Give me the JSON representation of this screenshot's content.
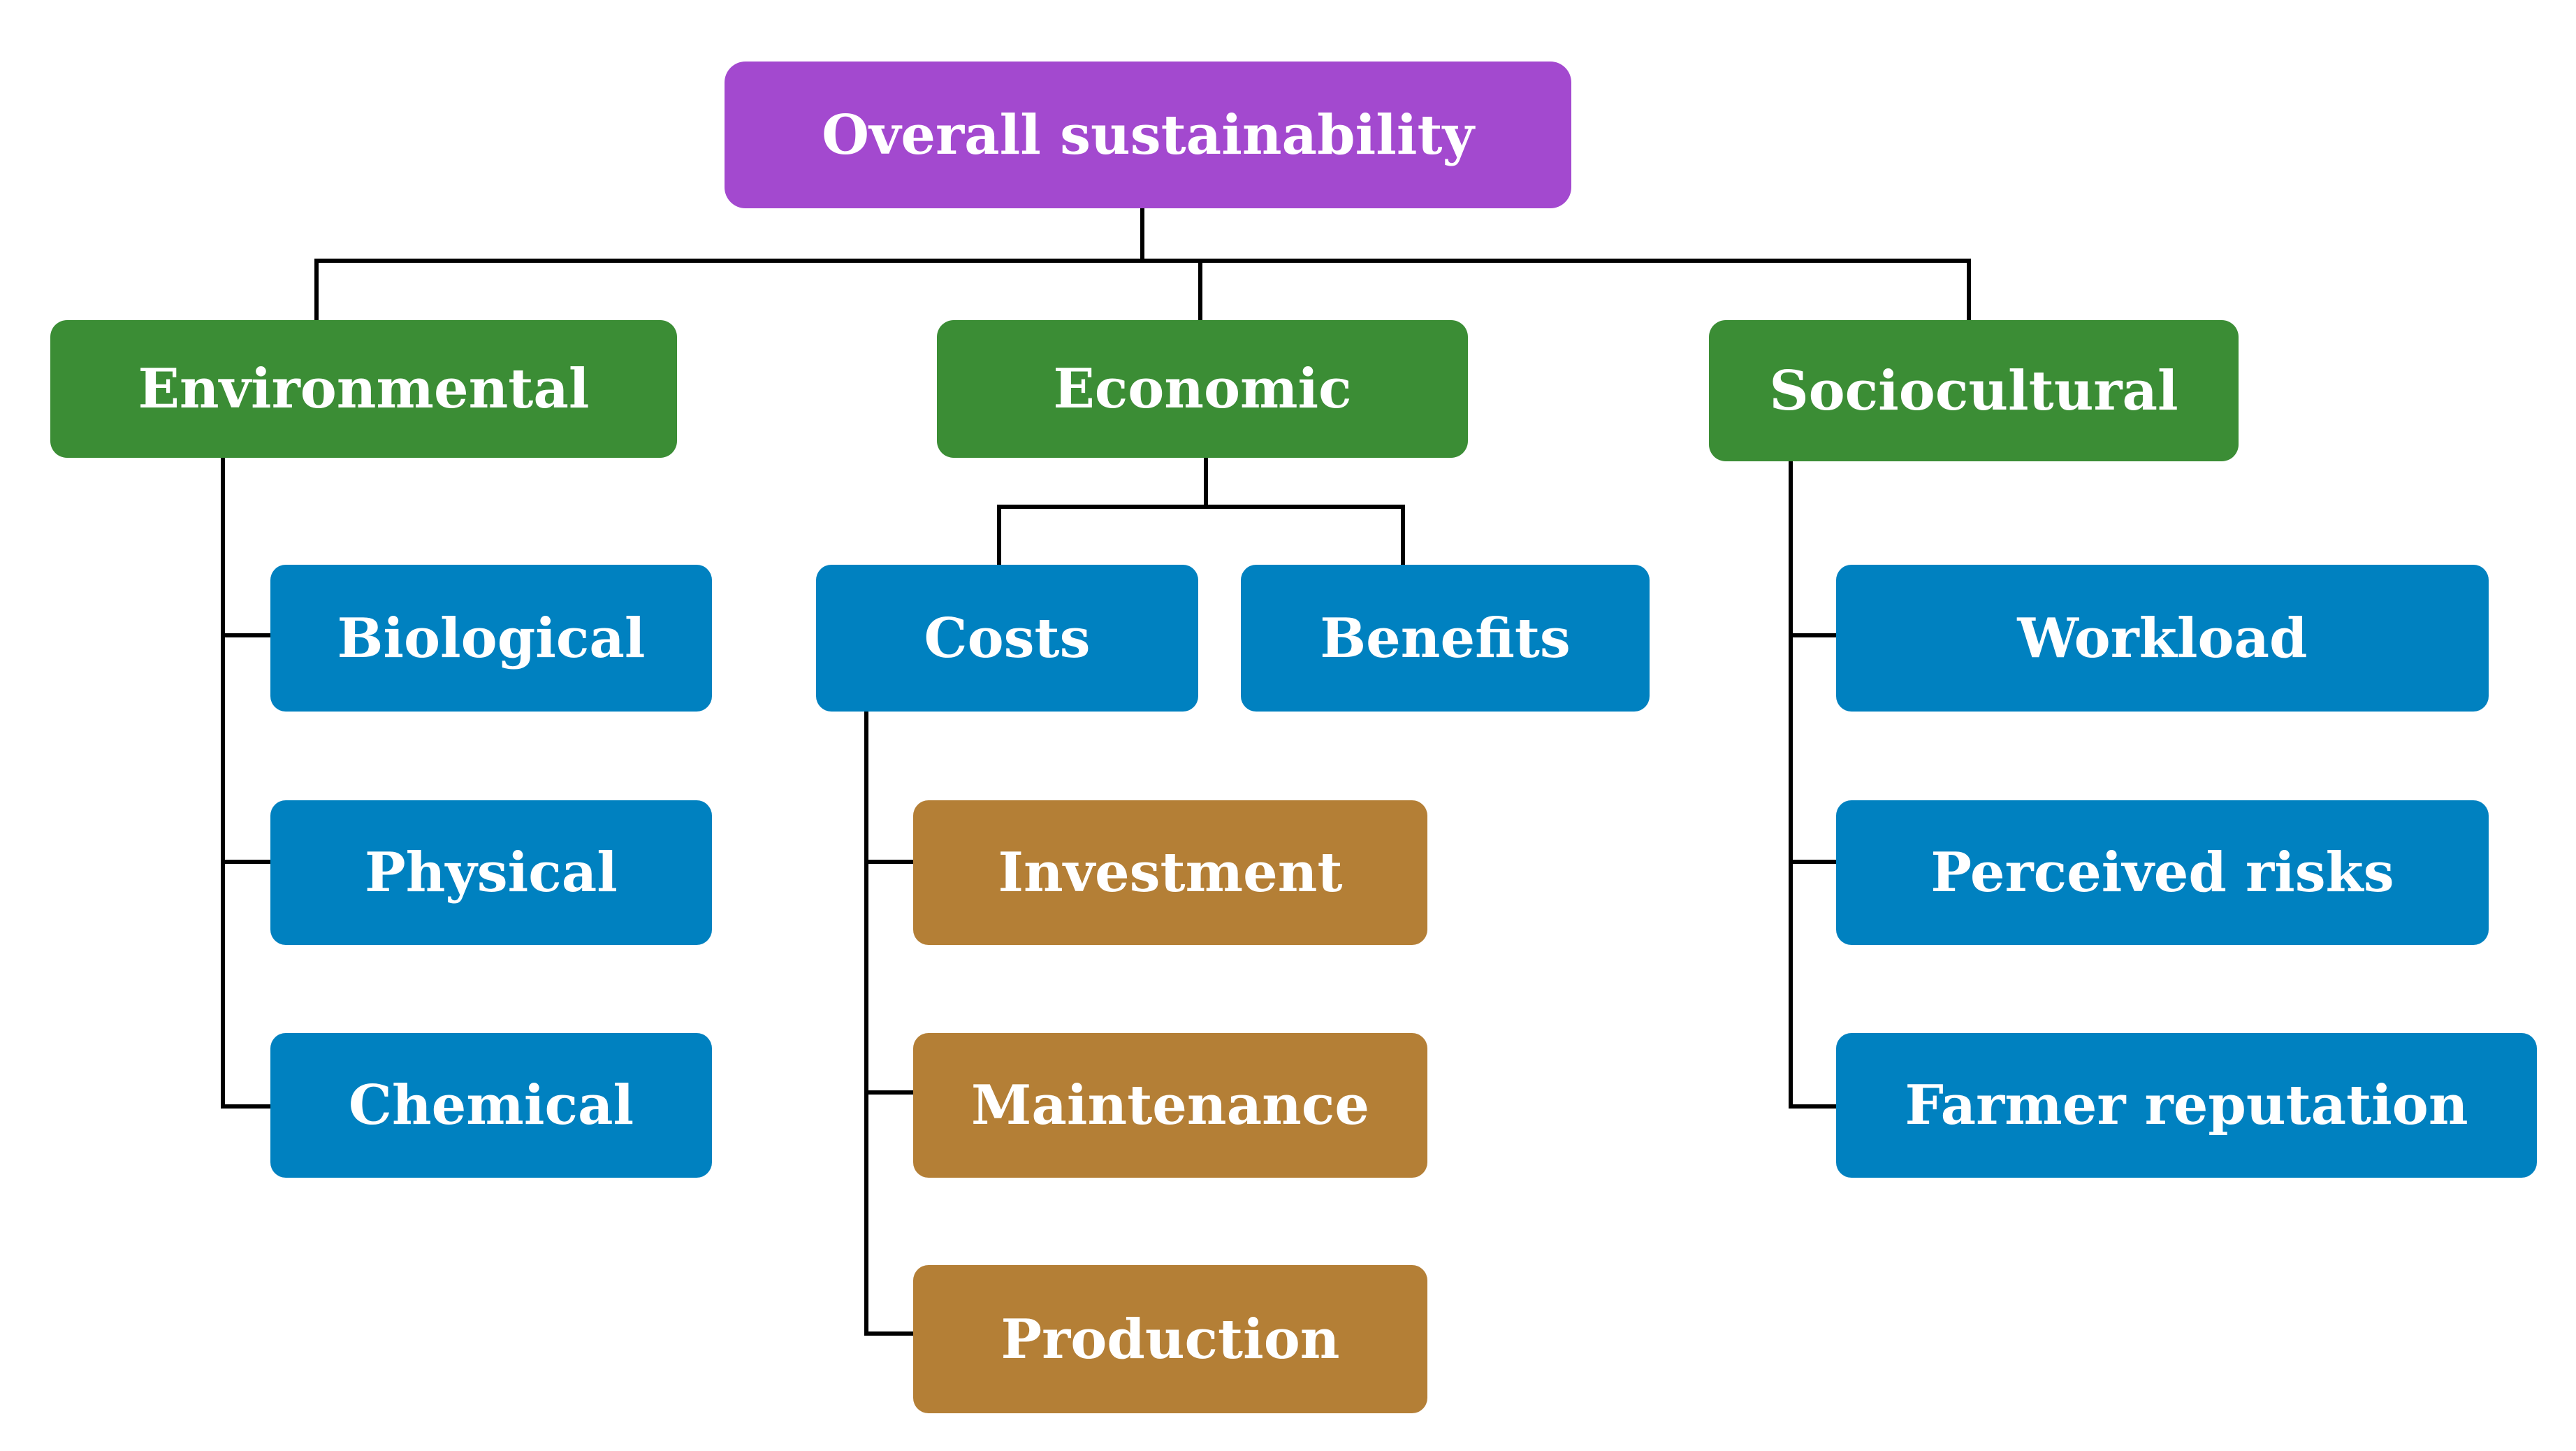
{
  "colors": {
    "root": "#a349cf",
    "category": "#3b8d35",
    "subcategory": "#0081c0",
    "cost_item": "#b47f36",
    "connector": "#000000",
    "text": "#ffffff"
  },
  "nodes": {
    "root": {
      "label": "Overall sustainability"
    },
    "environmental": {
      "label": "Environmental",
      "children": {
        "biological": {
          "label": "Biological"
        },
        "physical": {
          "label": "Physical"
        },
        "chemical": {
          "label": "Chemical"
        }
      }
    },
    "economic": {
      "label": "Economic",
      "children": {
        "costs": {
          "label": "Costs",
          "children": {
            "investment": {
              "label": "Investment"
            },
            "maintenance": {
              "label": "Maintenance"
            },
            "production": {
              "label": "Production"
            }
          }
        },
        "benefits": {
          "label": "Benefits"
        }
      }
    },
    "sociocultural": {
      "label": "Sociocultural",
      "children": {
        "workload": {
          "label": "Workload"
        },
        "perceived_risks": {
          "label": "Perceived risks"
        },
        "farmer_reputation": {
          "label": "Farmer reputation"
        }
      }
    }
  }
}
